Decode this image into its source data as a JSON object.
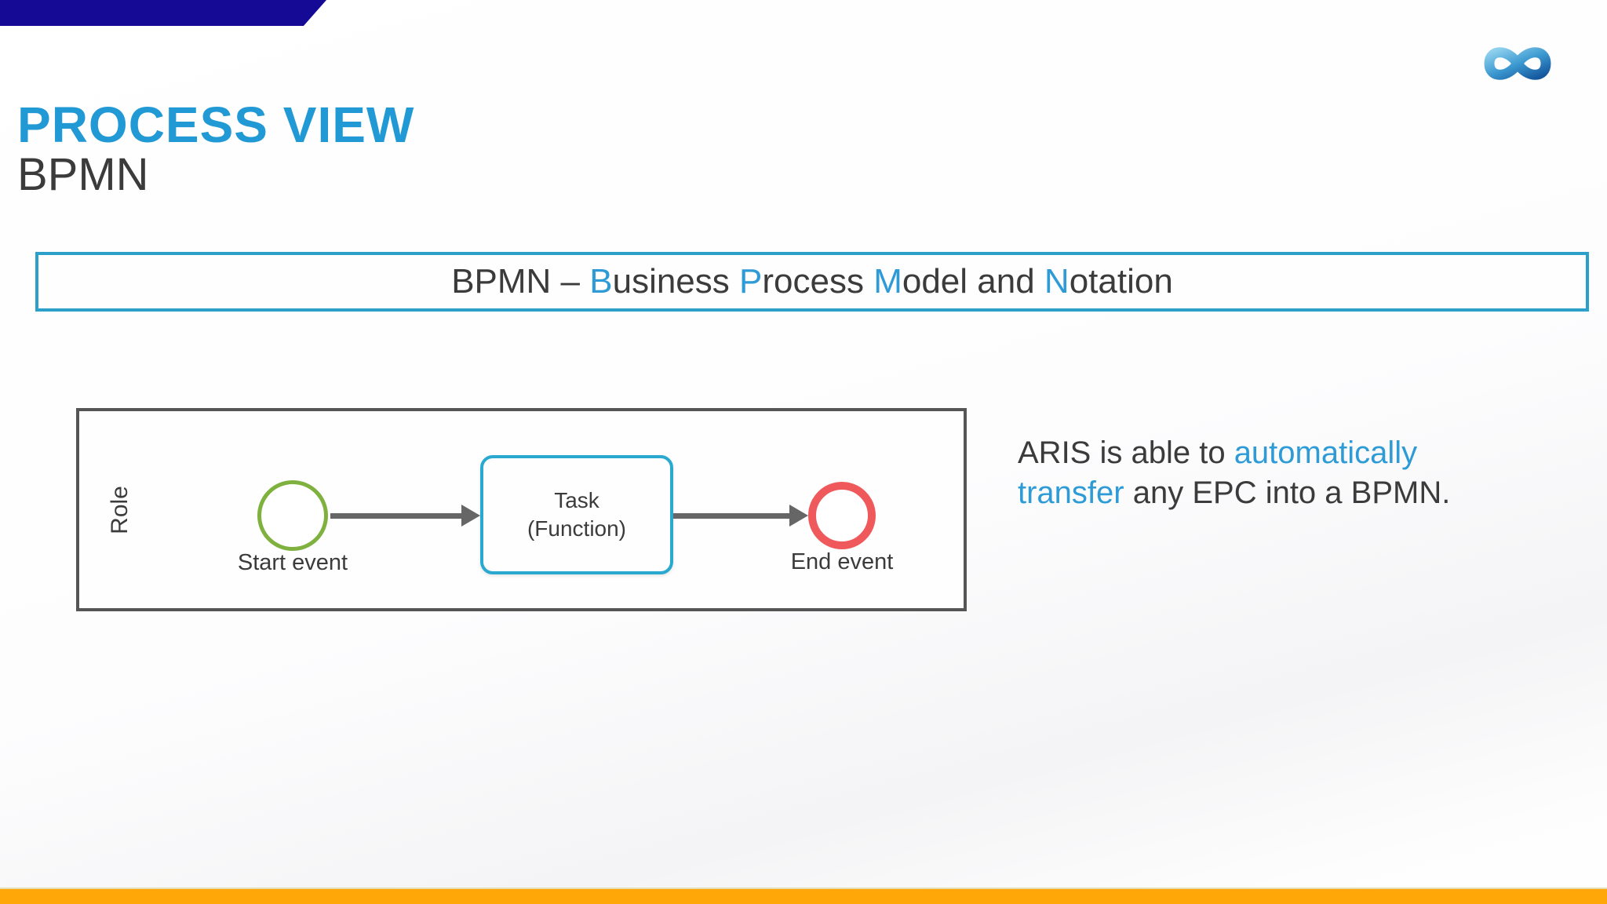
{
  "theme": {
    "navy": "#140a96",
    "title_blue": "#2199d5",
    "dark_text": "#3b3b3b",
    "banner_border": "#2aa0ca",
    "accent_blue": "#2e9bd6",
    "pool_border": "#555555",
    "arrow_gray": "#666666",
    "start_green": "#7eb13e",
    "task_cyan": "#29a9d0",
    "end_red": "#f0595b",
    "footer_orange": "#ffa608",
    "logo_blue_light": "#8fd0ee",
    "logo_blue_mid": "#3d9ad1",
    "logo_blue_dark": "#15589e"
  },
  "header": {
    "title": "PROCESS VIEW",
    "subtitle": "BPMN"
  },
  "logo": {
    "name": "infinity-logo"
  },
  "banner": {
    "segments": [
      {
        "text": "BPMN – ",
        "style": "dark"
      },
      {
        "text": "B",
        "style": "blue"
      },
      {
        "text": "usiness ",
        "style": "dark"
      },
      {
        "text": "P",
        "style": "blue"
      },
      {
        "text": "rocess ",
        "style": "dark"
      },
      {
        "text": "M",
        "style": "blue"
      },
      {
        "text": "odel and ",
        "style": "dark"
      },
      {
        "text": "N",
        "style": "blue"
      },
      {
        "text": "otation",
        "style": "dark"
      }
    ]
  },
  "diagram": {
    "lane_label": "Role",
    "start_event": {
      "label": "Start event"
    },
    "task": {
      "line1": "Task",
      "line2": "(Function)"
    },
    "end_event": {
      "label": "End event"
    }
  },
  "side_note": {
    "segments": [
      {
        "text": "ARIS is able to ",
        "style": "dark"
      },
      {
        "text": "automatically transfer",
        "style": "blue"
      },
      {
        "text": " any EPC into a BPMN.",
        "style": "dark"
      }
    ]
  }
}
